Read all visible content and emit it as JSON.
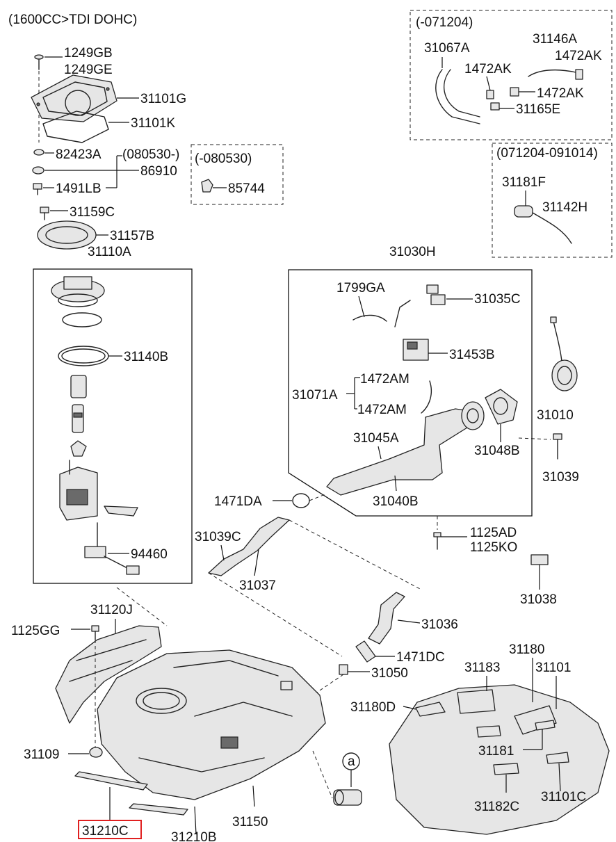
{
  "header": {
    "engine_note": "(1600CC>TDI DOHC)"
  },
  "group_labels": {
    "g_071204": "(-071204)",
    "g_080530": "(-080530)",
    "g_071204_091014": "(071204-091014)",
    "range_080530": "(080530-)"
  },
  "parts": {
    "p1249GB": "1249GB",
    "p1249GE": "1249GE",
    "p31101G": "31101G",
    "p31101K": "31101K",
    "p82423A": "82423A",
    "p86910": "86910",
    "p1491LB": "1491LB",
    "p85744": "85744",
    "p31159C": "31159C",
    "p31157B": "31157B",
    "p31110A": "31110A",
    "p31140B": "31140B",
    "p94460": "94460",
    "p31067A": "31067A",
    "p31146A": "31146A",
    "p1472AK_a": "1472AK",
    "p1472AK_b": "1472AK",
    "p1472AK_c": "1472AK",
    "p31165E": "31165E",
    "p31181F": "31181F",
    "p31142H": "31142H",
    "p31030H": "31030H",
    "p1799GA": "1799GA",
    "p31035C": "31035C",
    "p31453B": "31453B",
    "p31071A": "31071A",
    "p1472AM_a": "1472AM",
    "p1472AM_b": "1472AM",
    "p31045A": "31045A",
    "p31048B": "31048B",
    "p31040B": "31040B",
    "p31010": "31010",
    "p31039": "31039",
    "p1471DA": "1471DA",
    "p31039C": "31039C",
    "p31037": "31037",
    "p1125AD": "1125AD",
    "p1125KO": "1125KO",
    "p31038": "31038",
    "p31036": "31036",
    "p31120J": "31120J",
    "p1125GG": "1125GG",
    "p1471DC": "1471DC",
    "p31050": "31050",
    "p31180": "31180",
    "p31183": "31183",
    "p31101": "31101",
    "p31180D": "31180D",
    "p31181": "31181",
    "p31109": "31109",
    "p31182C": "31182C",
    "p31101C": "31101C",
    "p31150": "31150",
    "p31210C": "31210C",
    "p31210B": "31210B"
  },
  "callout": {
    "a": "a"
  },
  "highlight": {
    "part": "31210C",
    "color": "#e02020"
  }
}
